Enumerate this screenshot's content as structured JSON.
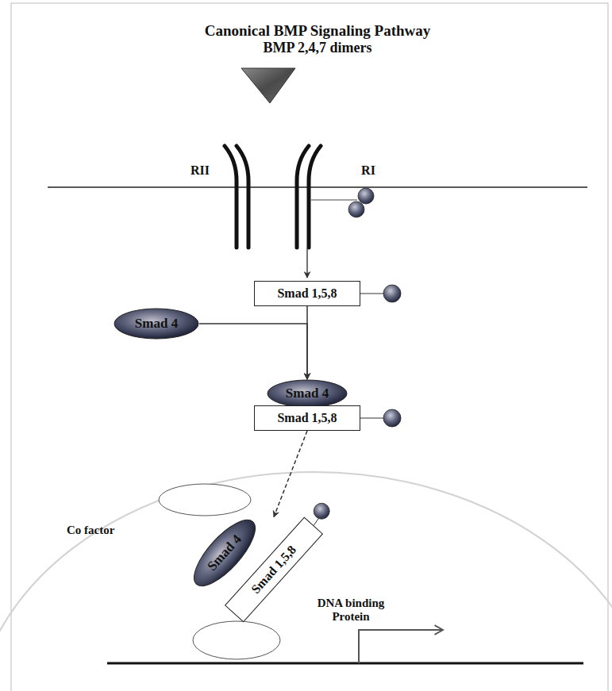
{
  "diagram": {
    "title": "Canonical BMP Signaling Pathway",
    "nodes": [
      {
        "text": [
          "Smad 1,5,8"
        ]
      },
      {
        "text": [
          "Smad 4"
        ]
      },
      {
        "text": [
          "Smad 4"
        ]
      },
      {
        "text": [
          "Smad 1,5,8"
        ]
      },
      {
        "text": [
          "Smad 4"
        ]
      },
      {
        "text": [
          "Smad 1,5,8"
        ]
      }
    ],
    "edges": [
      {
        "from": 0,
        "to": 2,
        "arrow": "to"
      },
      {
        "from": 1,
        "to": 2,
        "arrow": "to"
      },
      {
        "from": 3,
        "to": 5,
        "arrow": "to"
      }
    ],
    "labels": [
      "BMP 2,4,7 dimers",
      "RII",
      "RI",
      "Co factor",
      "DNA binding Protein"
    ]
  }
}
